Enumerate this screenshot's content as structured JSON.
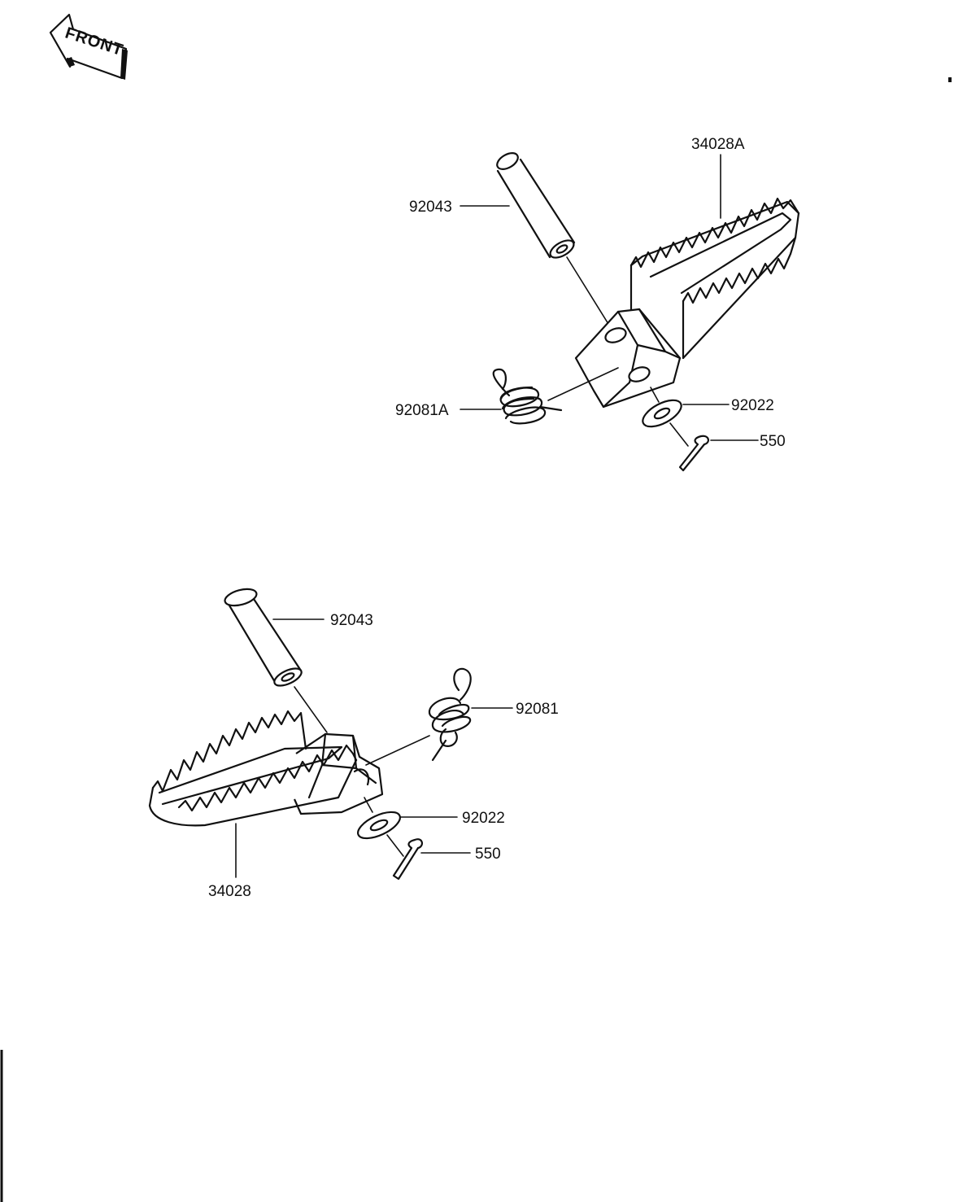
{
  "front_badge": {
    "label": "FRONT",
    "icon": "front-arrow-icon"
  },
  "upper_assembly": {
    "parts": [
      {
        "id": "pin",
        "label": "92043"
      },
      {
        "id": "footpeg",
        "label": "34028A"
      },
      {
        "id": "spring",
        "label": "92081A"
      },
      {
        "id": "washer",
        "label": "92022"
      },
      {
        "id": "cotter-pin",
        "label": "550"
      }
    ]
  },
  "lower_assembly": {
    "parts": [
      {
        "id": "pin",
        "label": "92043"
      },
      {
        "id": "spring",
        "label": "92081"
      },
      {
        "id": "washer",
        "label": "92022"
      },
      {
        "id": "cotter-pin",
        "label": "550"
      },
      {
        "id": "footpeg",
        "label": "34028"
      }
    ]
  },
  "colors": {
    "ink": "#111111",
    "paper": "#ffffff"
  }
}
